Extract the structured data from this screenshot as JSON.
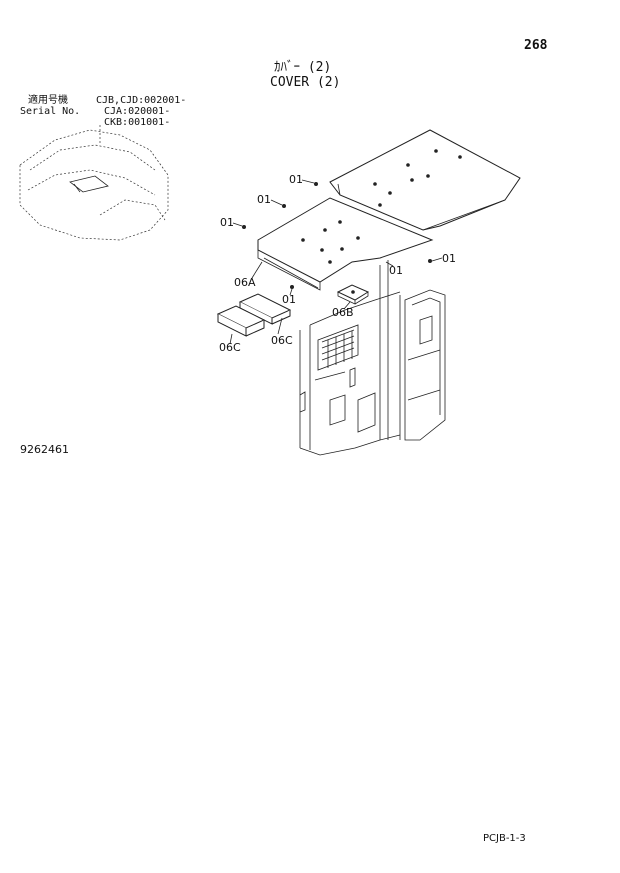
{
  "page_number": "268",
  "title_jp": "ｶﾊﾞｰ (2)",
  "title_en": "COVER (2)",
  "serial": {
    "label_jp": "適用号機",
    "label_en": "Serial No.",
    "codes": [
      "CJB,CJD:002001-",
      "CJA:020001-",
      "CKB:001001-"
    ]
  },
  "callouts": {
    "c01a": "01",
    "c01b": "01",
    "c01c": "01",
    "c01d": "01",
    "c01e": "01",
    "c01f": "01",
    "c06a": "06A",
    "c06b": "06B",
    "c06c1": "06C",
    "c06c2": "06C"
  },
  "figure_number": "9262461",
  "page_code": "PCJB-1-3"
}
